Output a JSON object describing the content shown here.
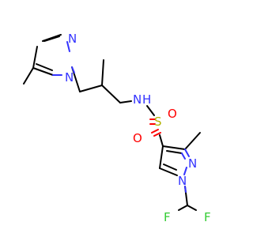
{
  "molecule": {
    "atoms": [
      {
        "label": "N",
        "color": "#3333FF"
      },
      {
        "label": "N",
        "color": "#3333FF"
      },
      {
        "label": "N",
        "color": "#3333FF"
      },
      {
        "label": "H",
        "color": "#3333FF"
      },
      {
        "label": "S",
        "color": "#B2B200"
      },
      {
        "label": "O",
        "color": "#FF0000"
      },
      {
        "label": "O",
        "color": "#FF0000"
      },
      {
        "label": "N",
        "color": "#3333FF"
      },
      {
        "label": "N",
        "color": "#3333FF"
      },
      {
        "label": "F",
        "color": "#33CC33"
      },
      {
        "label": "F",
        "color": "#33CC33"
      }
    ]
  }
}
